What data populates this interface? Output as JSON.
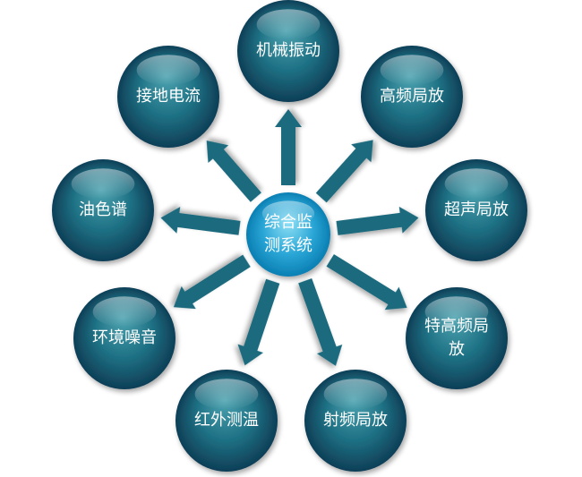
{
  "center": {
    "label": "综合监\n测系统"
  },
  "nodes": [
    {
      "id": "mechanical-vibration",
      "label": "机械振动"
    },
    {
      "id": "hf-partial-discharge",
      "label": "高频局放"
    },
    {
      "id": "ultrasonic-partial-discharge",
      "label": "超声局放"
    },
    {
      "id": "uhf-partial-discharge",
      "label": "特高频局\n放"
    },
    {
      "id": "rf-partial-discharge",
      "label": "射频局放"
    },
    {
      "id": "infrared-temperature",
      "label": "红外测温"
    },
    {
      "id": "environmental-noise",
      "label": "环境噪音"
    },
    {
      "id": "oil-chromatography",
      "label": "油色谱"
    },
    {
      "id": "grounding-current",
      "label": "接地电流"
    }
  ],
  "colors": {
    "node_dark": "#0e3f57",
    "node_mid": "#1f7285",
    "node_light": "#4da3b0",
    "center_dark": "#0a7fb3",
    "center_light": "#8fe0f5",
    "arrow": "#1b6a7e",
    "text": "#ffffff"
  }
}
